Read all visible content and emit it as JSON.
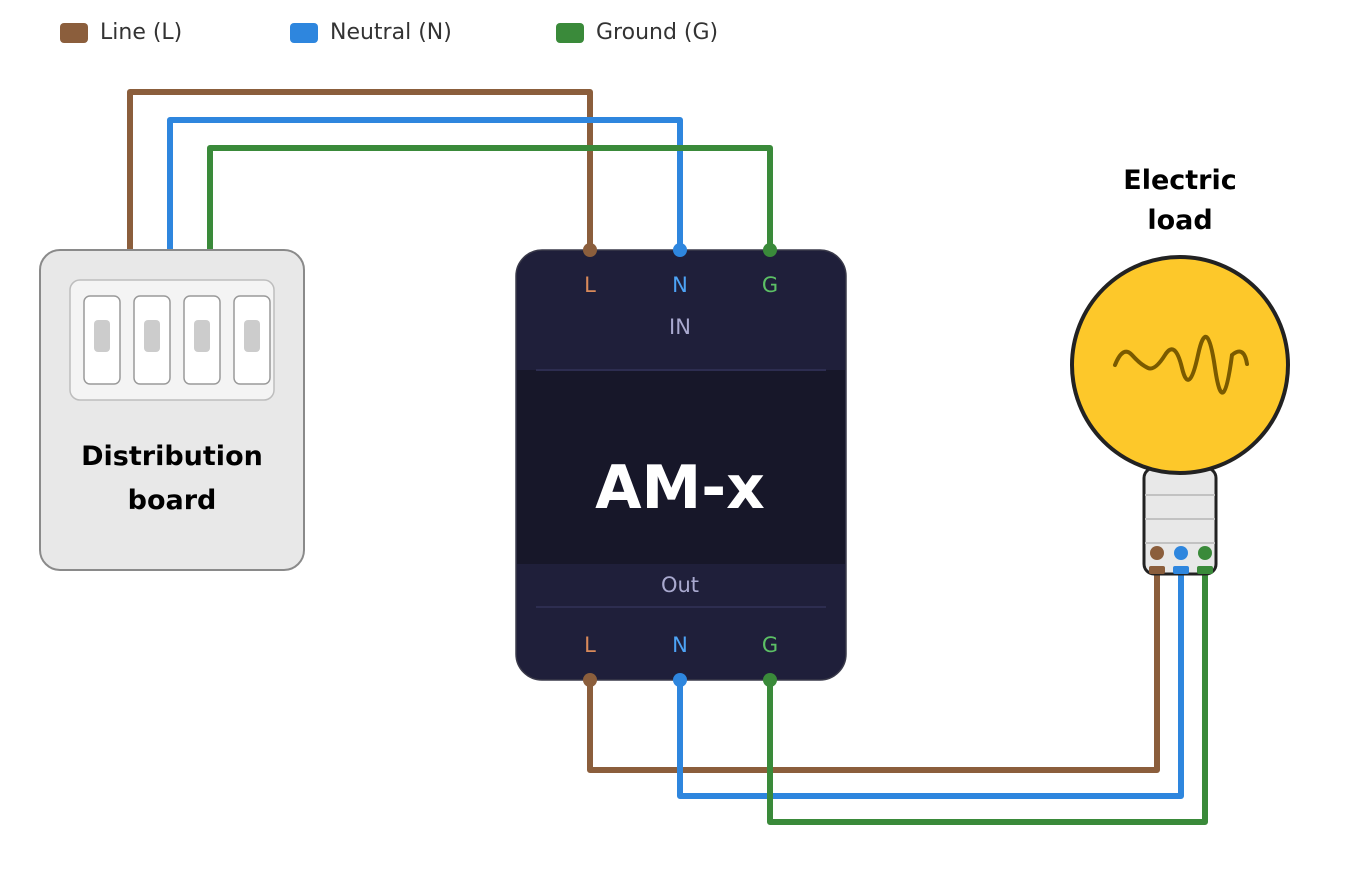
{
  "legend": [
    {
      "label": "Line (L)",
      "color": "#8b5e3c"
    },
    {
      "label": "Neutral (N)",
      "color": "#2e86de"
    },
    {
      "label": "Ground (G)",
      "color": "#3a8a3a"
    }
  ],
  "colors": {
    "line": "#8b5e3c",
    "neutral": "#2e86de",
    "ground": "#3a8a3a",
    "device_body": "#1f1f3a",
    "device_core": "#171729",
    "board_fill": "#e8e8e8",
    "bulb_fill": "#fdc82a",
    "filament": "#7a5a00"
  },
  "distribution_board": {
    "title_line1": "Distribution",
    "title_line2": "board",
    "breaker_count": 4
  },
  "device": {
    "name": "AM-x",
    "input_label": "IN",
    "output_label": "Out",
    "input_terminals": [
      {
        "label": "L",
        "color": "#d9895a"
      },
      {
        "label": "N",
        "color": "#4da3f5"
      },
      {
        "label": "G",
        "color": "#5cc065"
      }
    ],
    "output_terminals": [
      {
        "label": "L",
        "color": "#d9895a"
      },
      {
        "label": "N",
        "color": "#4da3f5"
      },
      {
        "label": "G",
        "color": "#5cc065"
      }
    ]
  },
  "load": {
    "title_line1": "Electric",
    "title_line2": "load"
  }
}
